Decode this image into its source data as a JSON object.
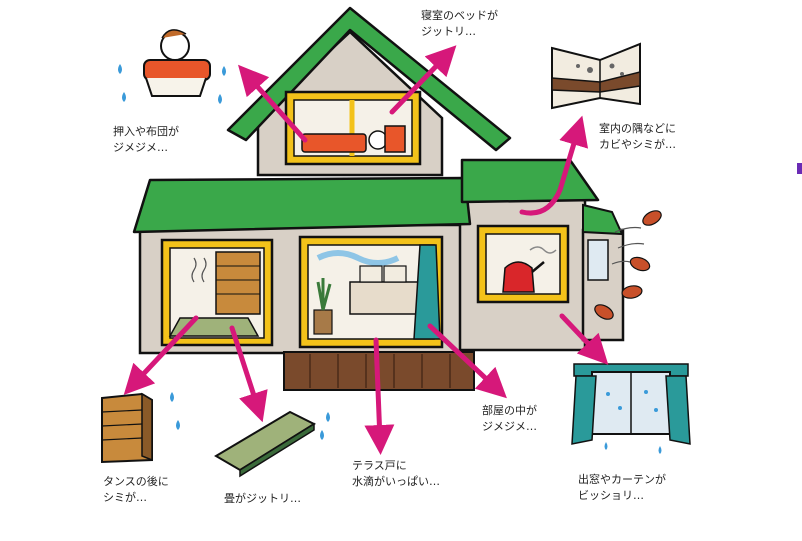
{
  "colors": {
    "roof": "#3aa84a",
    "wall": "#d8d0c6",
    "window_frame": "#f3c21a",
    "arrow": "#d6187a",
    "outline": "#111111",
    "deck": "#7a4a2c",
    "futon": "#e8562a",
    "kettle": "#d9262a",
    "curtain": "#2a9a9a",
    "leaf": "#c8502a",
    "marker": "#6a2bb5"
  },
  "callouts": [
    {
      "id": "oshiire",
      "text": "押入や布団が\nジメジメ…",
      "icon": "futon-icon"
    },
    {
      "id": "bedroom",
      "text": "寝室のベッドが\nジットリ…",
      "icon": "bed-icon"
    },
    {
      "id": "corner",
      "text": "室内の隅などに\nカビやシミが…",
      "icon": "wall-corner-icon"
    },
    {
      "id": "tansu",
      "text": "タンスの後に\nシミが…",
      "icon": "dresser-icon"
    },
    {
      "id": "tatami",
      "text": "畳がジットリ…",
      "icon": "tatami-icon"
    },
    {
      "id": "terrace",
      "text": "テラス戸に\n水滴がいっぱい…",
      "icon": "terrace-door-icon"
    },
    {
      "id": "room",
      "text": "部屋の中が\nジメジメ…",
      "icon": "room-icon"
    },
    {
      "id": "bay",
      "text": "出窓やカーテンが\nビッショリ…",
      "icon": "curtain-window-icon"
    }
  ]
}
